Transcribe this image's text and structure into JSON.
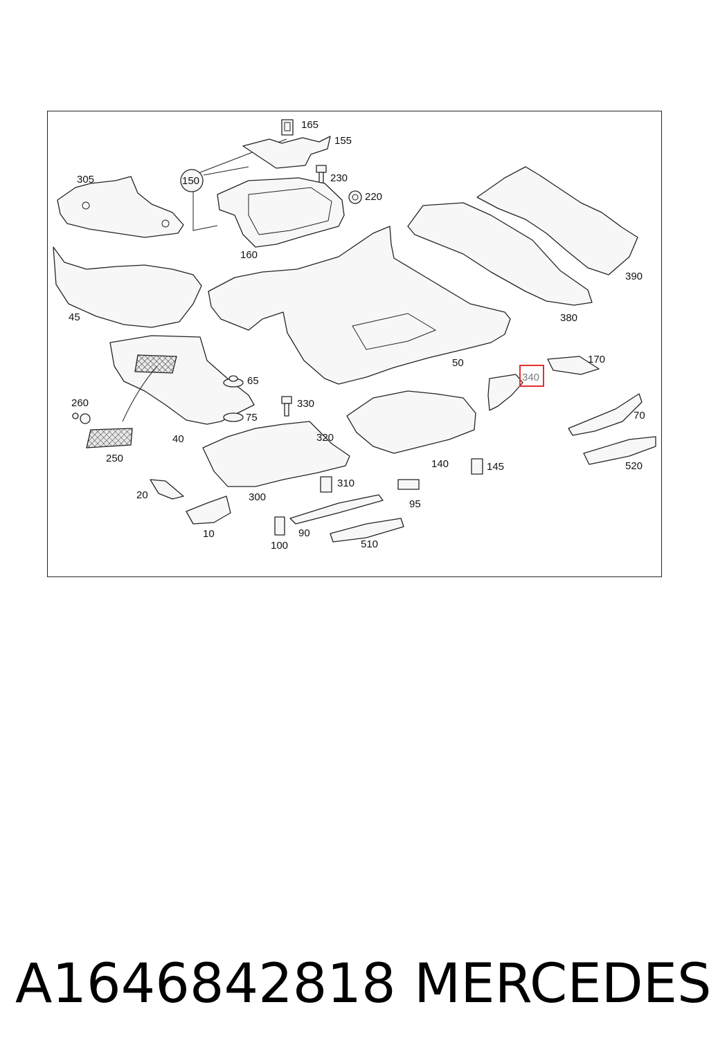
{
  "diagram": {
    "callouts": [
      {
        "id": "165",
        "label": "165"
      },
      {
        "id": "155",
        "label": "155"
      },
      {
        "id": "150",
        "label": "150"
      },
      {
        "id": "230",
        "label": "230"
      },
      {
        "id": "220",
        "label": "220"
      },
      {
        "id": "305",
        "label": "305"
      },
      {
        "id": "160",
        "label": "160"
      },
      {
        "id": "390",
        "label": "390"
      },
      {
        "id": "45",
        "label": "45"
      },
      {
        "id": "380",
        "label": "380"
      },
      {
        "id": "50",
        "label": "50"
      },
      {
        "id": "170",
        "label": "170"
      },
      {
        "id": "340",
        "label": "340"
      },
      {
        "id": "65",
        "label": "65"
      },
      {
        "id": "260",
        "label": "260"
      },
      {
        "id": "330",
        "label": "330"
      },
      {
        "id": "75",
        "label": "75"
      },
      {
        "id": "70",
        "label": "70"
      },
      {
        "id": "40",
        "label": "40"
      },
      {
        "id": "320",
        "label": "320"
      },
      {
        "id": "250",
        "label": "250"
      },
      {
        "id": "140",
        "label": "140"
      },
      {
        "id": "145",
        "label": "145"
      },
      {
        "id": "520",
        "label": "520"
      },
      {
        "id": "310",
        "label": "310"
      },
      {
        "id": "20",
        "label": "20"
      },
      {
        "id": "300",
        "label": "300"
      },
      {
        "id": "95",
        "label": "95"
      },
      {
        "id": "10",
        "label": "10"
      },
      {
        "id": "90",
        "label": "90"
      },
      {
        "id": "100",
        "label": "100"
      },
      {
        "id": "510",
        "label": "510"
      }
    ],
    "highlighted_callout": "340",
    "highlight_color": "#e03030"
  },
  "caption": {
    "part_number": "A1646842818",
    "brand": "MERCEDES"
  }
}
